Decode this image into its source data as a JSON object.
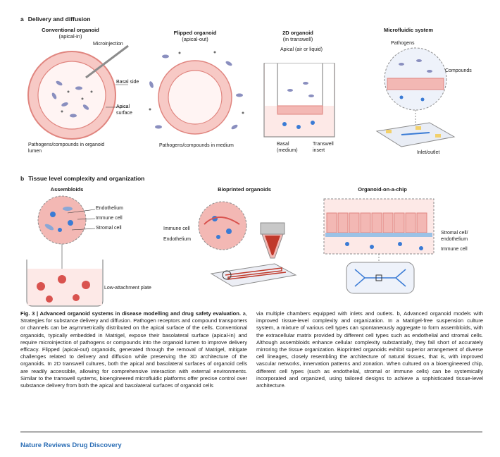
{
  "section_a": {
    "letter": "a",
    "title": "Delivery and diffusion",
    "conv_title": "Conventional organoid",
    "conv_sub": "(apical-in)",
    "microinjection": "Microinjection",
    "basal_side": "Basal side",
    "apical_surface": "Apical surface",
    "pathogens_lumen": "Pathogens/compounds in organoid lumen",
    "flipped_title": "Flipped organoid",
    "flipped_sub": "(apical-out)",
    "pathogens_medium": "Pathogens/compounds in medium",
    "twod_title": "2D organoid",
    "twod_sub": "(in transwell)",
    "apical_air": "Apical (air or liquid)",
    "basal_medium": "Basal (medium)",
    "transwell_insert": "Transwell insert",
    "micro_title": "Microfluidic system",
    "pathogens": "Pathogens",
    "compounds": "Compounds",
    "inlet_outlet": "Inlet/outlet"
  },
  "section_b": {
    "letter": "b",
    "title": "Tissue level complexity and organization",
    "assembloids": "Assembloids",
    "endothelium": "Endothelium",
    "immune_cell": "Immune cell",
    "stromal_cell": "Stromal cell",
    "low_attach": "Low-attachment plate",
    "bioprinted": "Bioprinted organoids",
    "immune_cell_2": "Immune cell",
    "endothelium_2": "Endothelium",
    "ooc": "Organoid-on-a-chip",
    "stromal_endo": "Stromal cell/ endothelium",
    "immune_cell_3": "Immune cell"
  },
  "caption": {
    "fig_label": "Fig. 3 | Advanced organoid systems in disease modelling and drug safety evaluation.",
    "col1": "a, Strategies for substance delivery and diffusion. Pathogen receptors and compound transporters or channels can be asymmetrically distributed on the apical surface of the cells. Conventional organoids, typically embedded in Matrigel, expose their basolateral surface (apical-in) and require microinjection of pathogens or compounds into the organoid lumen to improve delivery efficacy. Flipped (apical-out) organoids, generated through the removal of Matrigel, mitigate challenges related to delivery and diffusion while preserving the 3D architecture of the organoids. In 2D transwell cultures, both the apical and basolateral surfaces of organoid cells are readily accessible, allowing for comprehensive interaction with external environments. Similar to the transwell systems, bioengineered microfluidic platforms offer precise control over substance delivery from both the apical and basolateral surfaces of organoid cells",
    "col2": "via multiple chambers equipped with inlets and outlets. b, Advanced organoid models with improved tissue-level complexity and organization. In a Matrigel-free suspension culture system, a mixture of various cell types can spontaneously aggregate to form assembloids, with the extracellular matrix provided by different cell types such as endothelial and stromal cells. Although assembloids enhance cellular complexity substantially, they fall short of accurately mirroring the tissue organization. Bioprinted organoids exhibit superior arrangement of diverse cell lineages, closely resembling the architecture of natural tissues, that is, with improved vascular networks, innervation patterns and zonation. When cultured on a bioengineered chip, different cell types (such as endothelial, stromal or immune cells) can be systemically incorporated and organized, using tailored designs to achieve a sophisticated tissue-level architecture."
  },
  "footer": {
    "journal": "Nature Reviews Drug Discovery"
  },
  "colors": {
    "pink": "#f3b8b4",
    "pinkDark": "#e0857f",
    "blue": "#3a7bd5",
    "journal": "#2a6db5"
  }
}
